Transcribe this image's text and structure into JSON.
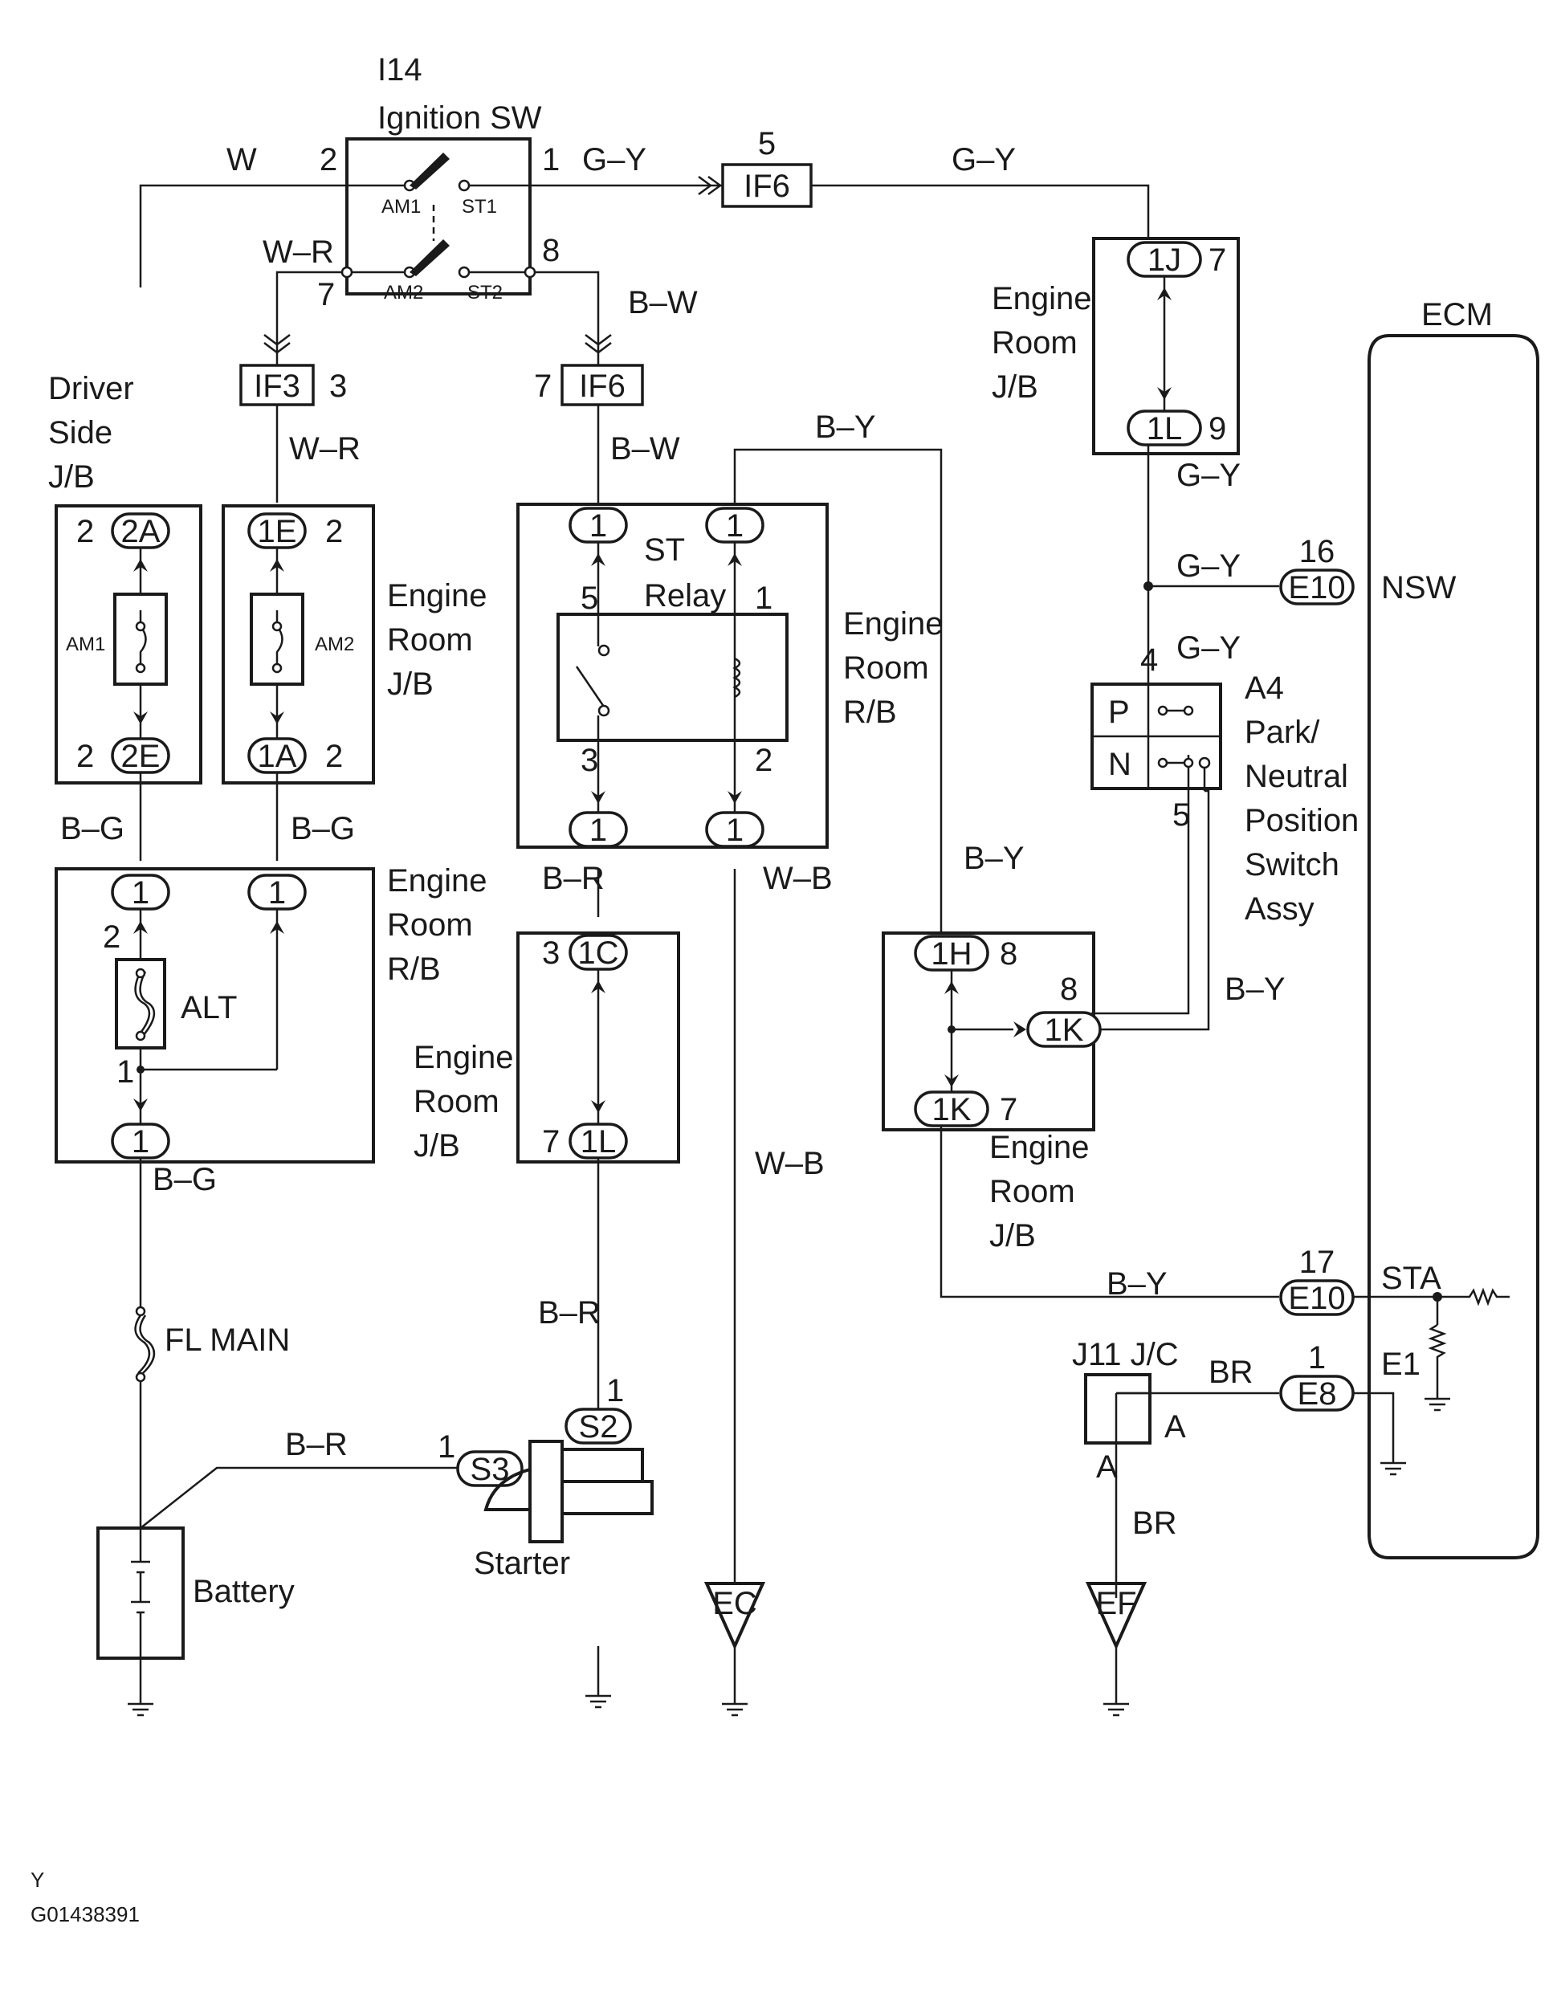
{
  "ignition_switch": {
    "code": "I14",
    "name": "Ignition SW",
    "am1": "AM1",
    "st1": "ST1",
    "am2": "AM2",
    "st2": "ST2",
    "pin2": "2",
    "pin1": "1",
    "pin7": "7",
    "pin8": "8"
  },
  "wires": {
    "w": "W",
    "gy_1": "G–Y",
    "gy_2": "G–Y",
    "gy_3": "G–Y",
    "gy_4": "G–Y",
    "gy_5": "G–Y",
    "wr_1": "W–R",
    "wr_2": "W–R",
    "bw_1": "B–W",
    "bw_2": "B–W",
    "by_1": "B–Y",
    "by_2": "B–Y",
    "by_3": "B–Y",
    "by_4": "B–Y",
    "bg_1": "B–G",
    "bg_2": "B–G",
    "bg_3": "B–G",
    "br_1": "B–R",
    "br_2": "B–R",
    "br_3": "B–R",
    "wb_1": "W–B",
    "wb_2": "W–B",
    "brown_1": "BR",
    "brown_2": "BR"
  },
  "connectors": {
    "if6_top": "IF6",
    "if6_top_pin": "5",
    "if3": "IF3",
    "if3_pin": "3",
    "if6_mid": "IF6",
    "if6_mid_pin": "7"
  },
  "driver_jb": {
    "name": [
      "Driver",
      "Side",
      "J/B"
    ],
    "top_conn": "2A",
    "top_pin": "2",
    "bot_conn": "2E",
    "bot_pin": "2",
    "fuse": "AM1"
  },
  "am2_jb": {
    "name": [
      "Engine",
      "Room",
      "J/B"
    ],
    "top_conn": "1E",
    "top_pin": "2",
    "bot_conn": "1A",
    "bot_pin": "2",
    "fuse": "AM2"
  },
  "alt_rb": {
    "name": [
      "Engine",
      "Room",
      "R/B"
    ],
    "conn_a": "1",
    "conn_b": "1",
    "conn_c": "1",
    "fuse": "ALT",
    "pin_top": "2",
    "pin_bot": "1"
  },
  "st_relay": {
    "name": [
      "ST",
      "Relay"
    ],
    "box_name": [
      "Engine",
      "Room",
      "R/B"
    ],
    "conn_tl": "1",
    "conn_tr": "1",
    "conn_bl": "1",
    "conn_br": "1",
    "pin5": "5",
    "pin1": "1",
    "pin3": "3",
    "pin2": "2"
  },
  "st_jb": {
    "name": [
      "Engine",
      "Room",
      "J/B"
    ],
    "top_conn": "1C",
    "top_pin": "3",
    "bot_conn": "1L",
    "bot_pin": "7"
  },
  "top_right_jb": {
    "name": [
      "Engine",
      "Room",
      "J/B"
    ],
    "top_conn": "1J",
    "top_pin": "7",
    "bot_conn": "1L",
    "bot_pin": "9"
  },
  "mid_right_jb": {
    "name": [
      "Engine",
      "Room",
      "J/B"
    ],
    "top_conn": "1H",
    "top_pin": "8",
    "side_conn": "1K",
    "side_pin": "8",
    "bot_conn": "1K",
    "bot_pin": "7"
  },
  "pnp_switch": {
    "code": "A4",
    "name": [
      "Park/",
      "Neutral",
      "Position",
      "Switch",
      "Assy"
    ],
    "p": "P",
    "n": "N",
    "pin4": "4",
    "pin5": "5"
  },
  "ecm": {
    "name": "ECM",
    "nsw_conn": "E10",
    "nsw_pin": "16",
    "nsw": "NSW",
    "sta_conn": "E10",
    "sta_pin": "17",
    "sta": "STA",
    "e1_conn": "E8",
    "e1_pin": "1",
    "e1": "E1"
  },
  "jc": {
    "name": "J11 J/C",
    "pin_a1": "A",
    "pin_a2": "A"
  },
  "fl_main": "FL MAIN",
  "battery": "Battery",
  "starter": {
    "name": "Starter",
    "s3": "S3",
    "s3_pin": "1",
    "s2": "S2",
    "s2_pin": "1"
  },
  "grounds": {
    "ec": "EC",
    "ef": "EF"
  },
  "footer": {
    "line1": "Y",
    "line2": "G01438391"
  }
}
